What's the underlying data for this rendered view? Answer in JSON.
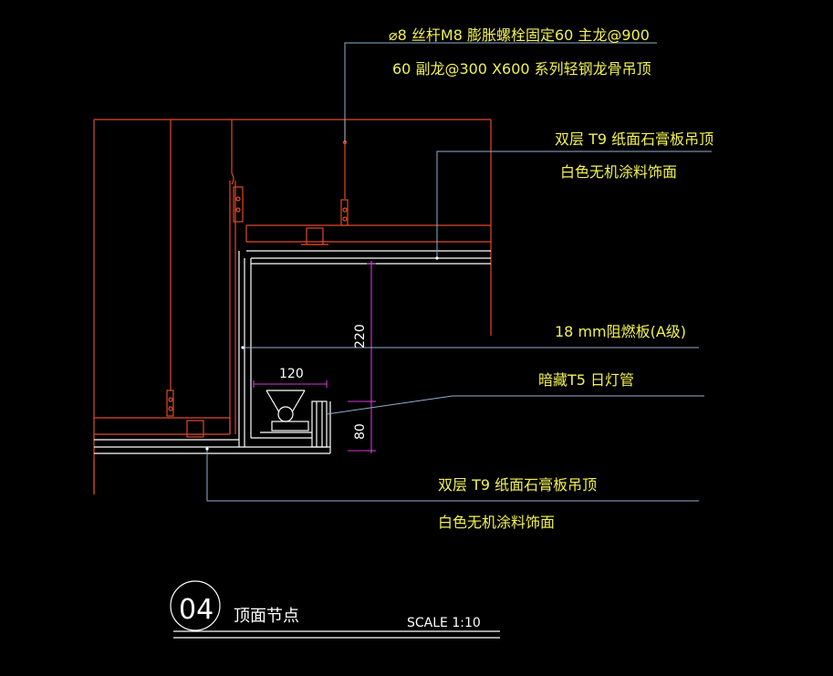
{
  "annotations": {
    "hanger_line1": "⌀8 丝杆M8 膨胀螺栓固定60 主龙@900",
    "hanger_line2": "60 副龙@300 X600 系列轻钢龙骨吊顶",
    "upper_board_line1": "双层 T9 纸面石膏板吊顶",
    "upper_board_line2": "白色无机涂料饰面",
    "fire_board": "18 mm阻燃板(A级)",
    "lamp": "暗藏T5 日灯管",
    "lower_board_line1": "双层 T9 纸面石膏板吊顶",
    "lower_board_line2": "白色无机涂料饰面"
  },
  "dimensions": {
    "width_120": "120",
    "height_220": "220",
    "height_80": "80"
  },
  "title_block": {
    "number": "04",
    "title": "顶面节点",
    "scale": "SCALE 1:10"
  },
  "colors": {
    "background": "#000000",
    "annotation_text": "#f2f250",
    "construction": "#e04a2c",
    "board": "#ffffff",
    "leader": "#8fb0cf",
    "dimension": "#d23cd2"
  }
}
